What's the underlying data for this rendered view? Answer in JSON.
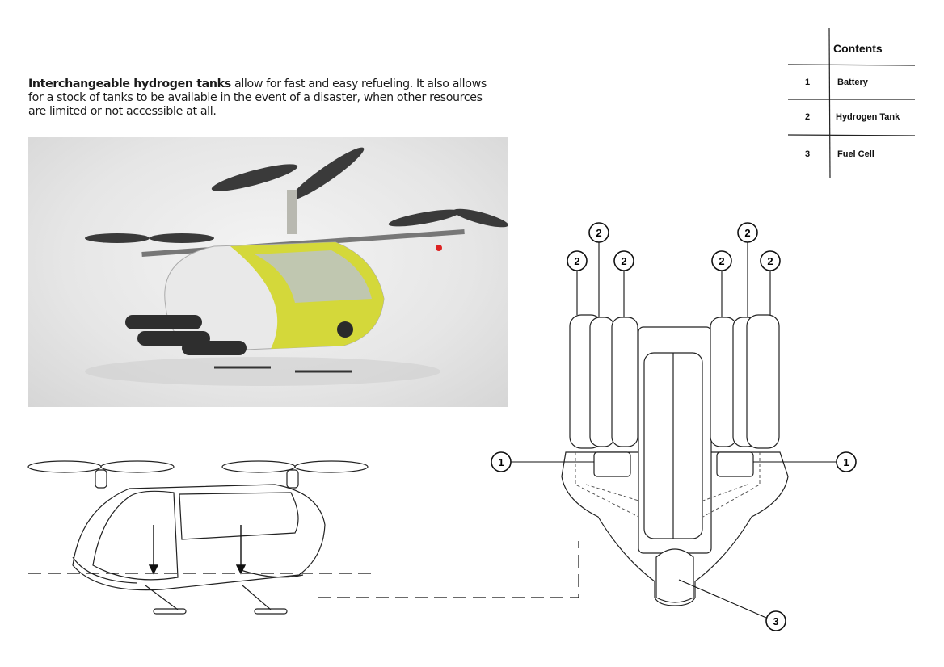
{
  "intro": {
    "bold": "Interchangeable hydrogen tanks",
    "text": " allow for fast and easy refueling. It also allows for a stock of tanks to be available in the event of a disaster, when other resources are limited or not accessible at all."
  },
  "contents": {
    "title": "Contents",
    "rows": [
      {
        "num": "1",
        "label": "Battery"
      },
      {
        "num": "2",
        "label": "Hydrogen Tank"
      },
      {
        "num": "3",
        "label": "Fuel Cell"
      }
    ]
  },
  "callouts": {
    "battery": "1",
    "tank": "2",
    "fuel_cell": "3"
  },
  "colors": {
    "accent": "#d4d83a",
    "line": "#222222"
  }
}
